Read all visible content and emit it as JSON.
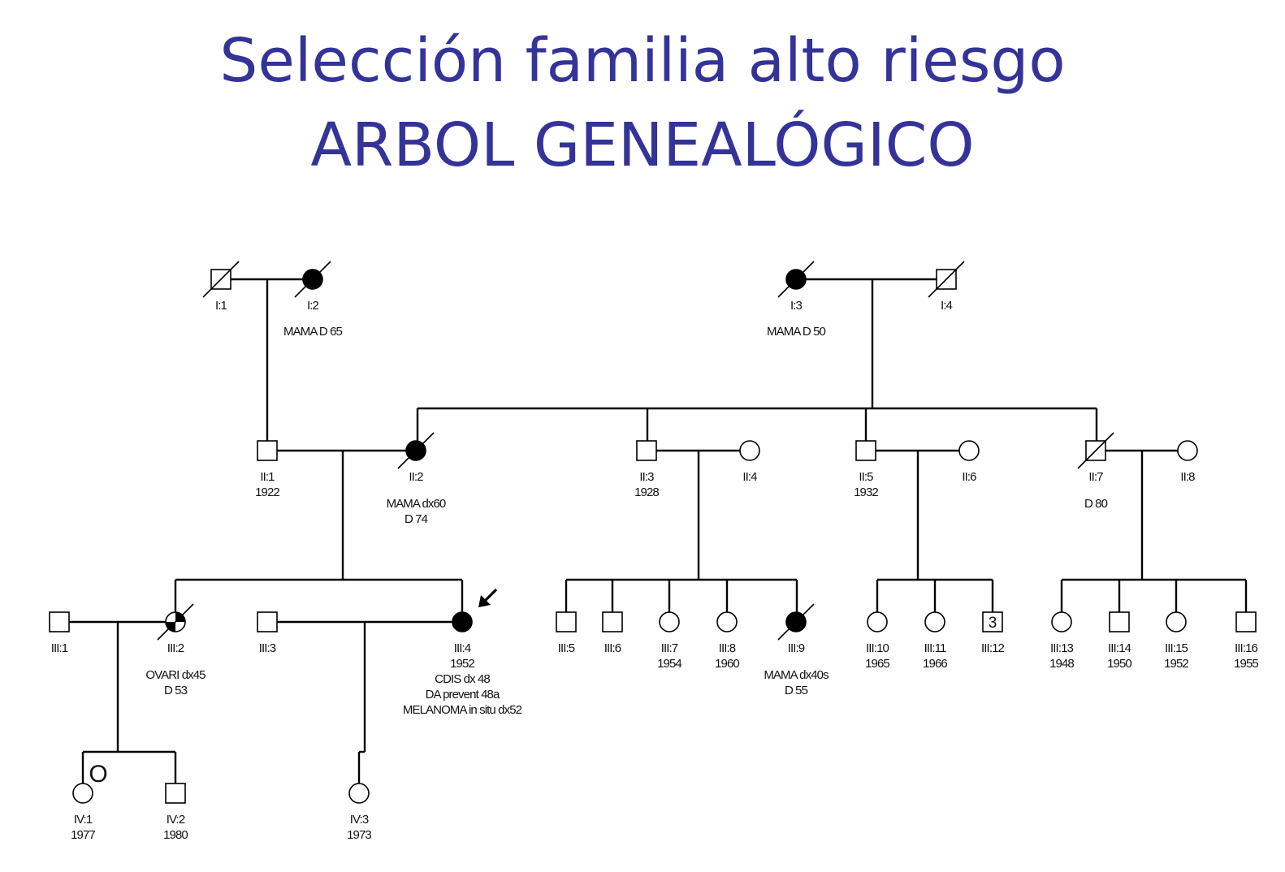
{
  "title": {
    "line1": "Selección familia alto riesgo",
    "line2": "ARBOL GENEALÓGICO"
  },
  "colors": {
    "title": "#333399",
    "affected": "#000000",
    "unaffected": "#ffffff"
  },
  "individuals": [
    {
      "id": "I:1",
      "sex": "male",
      "deceased": true,
      "affected": false,
      "lines": []
    },
    {
      "id": "I:2",
      "sex": "female",
      "deceased": true,
      "affected": true,
      "lines": [
        "MAMA D 65"
      ]
    },
    {
      "id": "I:3",
      "sex": "female",
      "deceased": true,
      "affected": true,
      "lines": [
        "MAMA D 50"
      ]
    },
    {
      "id": "I:4",
      "sex": "male",
      "deceased": true,
      "affected": false,
      "lines": []
    },
    {
      "id": "II:1",
      "sex": "male",
      "deceased": false,
      "affected": false,
      "lines": [
        "1922"
      ]
    },
    {
      "id": "II:2",
      "sex": "female",
      "deceased": true,
      "affected": true,
      "lines": [
        "MAMA dx60",
        "D 74"
      ]
    },
    {
      "id": "II:3",
      "sex": "male",
      "deceased": false,
      "affected": false,
      "lines": [
        "1928"
      ]
    },
    {
      "id": "II:4",
      "sex": "female",
      "deceased": false,
      "affected": false,
      "lines": []
    },
    {
      "id": "II:5",
      "sex": "male",
      "deceased": false,
      "affected": false,
      "lines": [
        "1932"
      ]
    },
    {
      "id": "II:6",
      "sex": "female",
      "deceased": false,
      "affected": false,
      "lines": []
    },
    {
      "id": "II:7",
      "sex": "male",
      "deceased": true,
      "affected": false,
      "lines": [
        "D 80"
      ]
    },
    {
      "id": "II:8",
      "sex": "female",
      "deceased": false,
      "affected": false,
      "lines": []
    },
    {
      "id": "III:1",
      "sex": "male",
      "deceased": false,
      "affected": false,
      "lines": []
    },
    {
      "id": "III:2",
      "sex": "female",
      "deceased": true,
      "affected": "quadrant",
      "lines": [
        "OVARI dx45",
        "D 53"
      ]
    },
    {
      "id": "III:3",
      "sex": "male",
      "deceased": false,
      "affected": false,
      "lines": []
    },
    {
      "id": "III:4",
      "sex": "female",
      "deceased": false,
      "affected": true,
      "proband": true,
      "lines": [
        "1952",
        "CDIS dx 48",
        "DA prevent 48a",
        "MELANOMA in situ dx52"
      ]
    },
    {
      "id": "III:5",
      "sex": "male",
      "deceased": false,
      "affected": false,
      "lines": []
    },
    {
      "id": "III:6",
      "sex": "male",
      "deceased": false,
      "affected": false,
      "lines": []
    },
    {
      "id": "III:7",
      "sex": "female",
      "deceased": false,
      "affected": false,
      "lines": [
        "1954"
      ]
    },
    {
      "id": "III:8",
      "sex": "female",
      "deceased": false,
      "affected": false,
      "lines": [
        "1960"
      ]
    },
    {
      "id": "III:9",
      "sex": "female",
      "deceased": true,
      "affected": true,
      "lines": [
        "MAMA dx40s",
        "D 55"
      ]
    },
    {
      "id": "III:10",
      "sex": "female",
      "deceased": false,
      "affected": false,
      "lines": [
        "1965"
      ]
    },
    {
      "id": "III:11",
      "sex": "female",
      "deceased": false,
      "affected": false,
      "lines": [
        "1966"
      ]
    },
    {
      "id": "III:12",
      "sex": "male",
      "deceased": false,
      "affected": false,
      "count": "3",
      "lines": []
    },
    {
      "id": "III:13",
      "sex": "female",
      "deceased": false,
      "affected": false,
      "lines": [
        "1948"
      ]
    },
    {
      "id": "III:14",
      "sex": "male",
      "deceased": false,
      "affected": false,
      "lines": [
        "1950"
      ]
    },
    {
      "id": "III:15",
      "sex": "female",
      "deceased": false,
      "affected": false,
      "lines": [
        "1952"
      ]
    },
    {
      "id": "III:16",
      "sex": "male",
      "deceased": false,
      "affected": false,
      "lines": [
        "1955"
      ]
    },
    {
      "id": "IV:1",
      "sex": "female",
      "deceased": false,
      "affected": false,
      "marker": "O",
      "lines": [
        "1977"
      ]
    },
    {
      "id": "IV:2",
      "sex": "male",
      "deceased": false,
      "affected": false,
      "lines": [
        "1980"
      ]
    },
    {
      "id": "IV:3",
      "sex": "female",
      "deceased": false,
      "affected": false,
      "lines": [
        "1973"
      ]
    }
  ]
}
